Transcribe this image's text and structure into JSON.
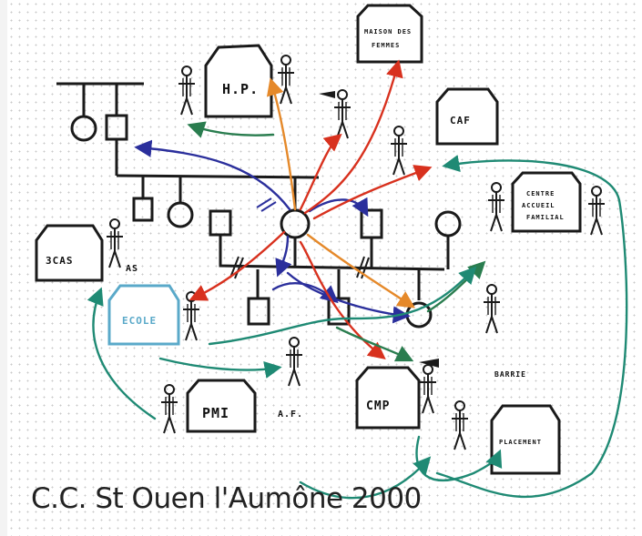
{
  "institutions": {
    "hp": "H.P.",
    "maison_femmes_line1": "MAISON DES",
    "maison_femmes_line2": "FEMMES",
    "caf": "CAF",
    "centre_line1": "CENTRE",
    "centre_line2": "ACCUEIL",
    "centre_line3": "FAMILIAL",
    "scas": "3CAS",
    "ecole": "ECOLE",
    "pmi": "PMI",
    "cmp": "CMP",
    "placement": "PLACEMENT"
  },
  "people_labels": {
    "as": "AS",
    "af": "A.F.",
    "barrie": "BARRIE"
  },
  "caption": "C.C. St Ouen l'Aumône 2000",
  "colors": {
    "ink": "#1a1a1a",
    "blue": "#2b2f9c",
    "red": "#d8311e",
    "orange": "#e5892a",
    "teal": "#1f8a74",
    "green": "#2a7d4f",
    "light_blue": "#5aa9c9"
  }
}
